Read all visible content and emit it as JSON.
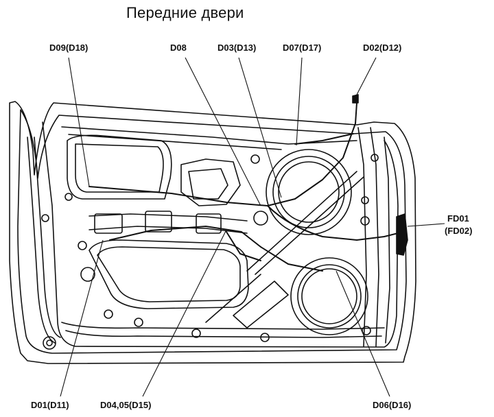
{
  "title": "Передние двери",
  "labels": {
    "d09": "D09(D18)",
    "d08": "D08",
    "d03": "D03(D13)",
    "d07": "D07(D17)",
    "d02": "D02(D12)",
    "fd01": "FD01",
    "fd02": "(FD02)",
    "d01": "D01(D11)",
    "d04": "D04,05(D15)",
    "d06": "D06(D16)"
  }
}
